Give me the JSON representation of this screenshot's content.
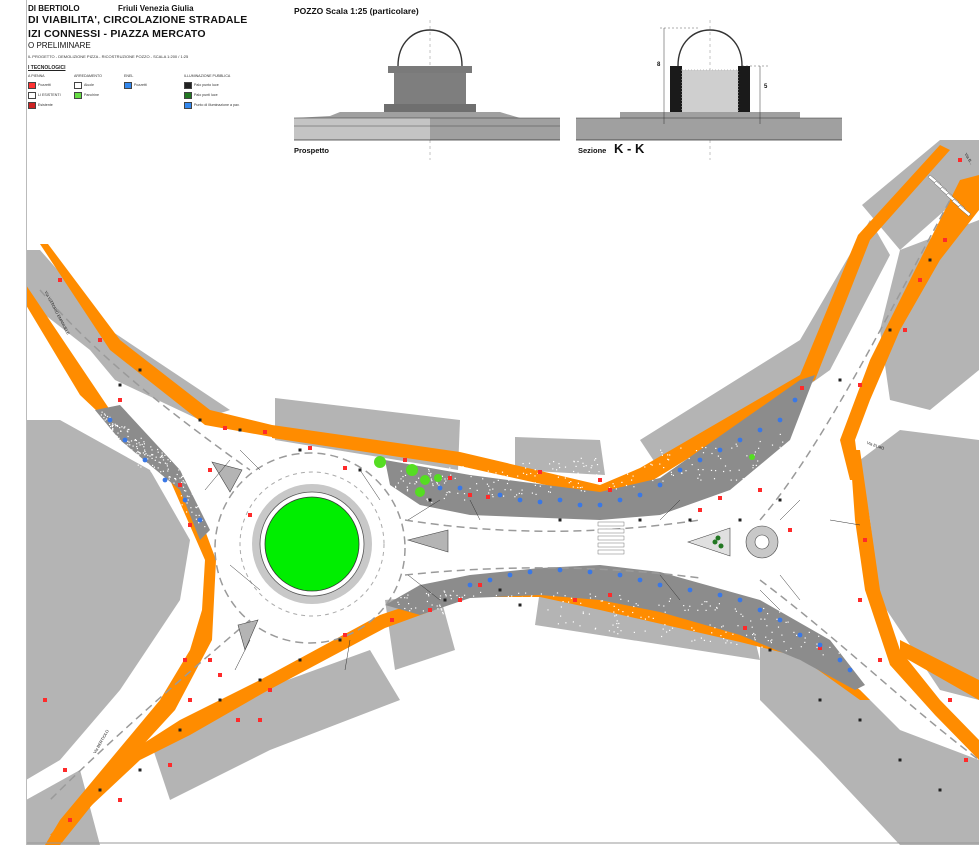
{
  "title_block": {
    "line1_left": "DI BERTIOLO",
    "line1_right": "Friuli Venezia Giulia",
    "line2": "DI VIABILITA', CIRCOLAZIONE STRADALE",
    "line3": "IZI CONNESSI - PIAZZA MERCATO",
    "line4": "O PRELIMINARE",
    "line5": "IL PROGETTO - DEMOLIZIONE PIZZA - RICOSTRUZIONE POZZO - SCALA 1:200 / 1:25",
    "legend_heading": "I TECNOLOGICI"
  },
  "legend": {
    "columns": [
      {
        "heading": "A PIENNA",
        "items": [
          {
            "label": "Pozzetti",
            "color": "#ff3333"
          },
          {
            "label": "LI ESISTENTI",
            "color": "#ffffff"
          },
          {
            "label": "Esistente",
            "color": "#cc2222"
          }
        ]
      },
      {
        "heading": "ARREDAMENTO",
        "items": [
          {
            "label": "Aiuole",
            "color": "#ffffff"
          },
          {
            "label": "Panchine",
            "color": "#66dd44"
          }
        ]
      },
      {
        "heading": "ENEL",
        "items": [
          {
            "label": "Pozzetti",
            "color": "#3388ee"
          }
        ]
      },
      {
        "heading": "ILLUMINAZIONE PUBBLICA",
        "items": [
          {
            "label": "Palo punto luce",
            "color": "#222222"
          },
          {
            "label": "Palo punti luce",
            "color": "#227722"
          },
          {
            "label": "Punto di illuminazione a pav.",
            "color": "#3388ee"
          }
        ]
      }
    ]
  },
  "detail": {
    "title": "POZZO  Scala 1:25 (particolare)",
    "prospetto_label": "Prospetto",
    "sezione_label": "Sezione",
    "section_mark": "K - K",
    "dim_left": "8",
    "dim_right": "5"
  },
  "streets": {
    "north_west": "Via VITTORIO EMANUELE",
    "south_west": "Via BERTIOLO",
    "east": "Via ELMO",
    "north_east": "Via B..."
  },
  "colors": {
    "sidewalk": "#ff8c00",
    "building": "#b4b4b4",
    "paving": "#8c8c8c",
    "roundabout_island": "#00ee00",
    "pozzetti_red": "#ff2a2a",
    "pozzetti_blue": "#3a78e6",
    "green_plant": "#55dd22"
  }
}
